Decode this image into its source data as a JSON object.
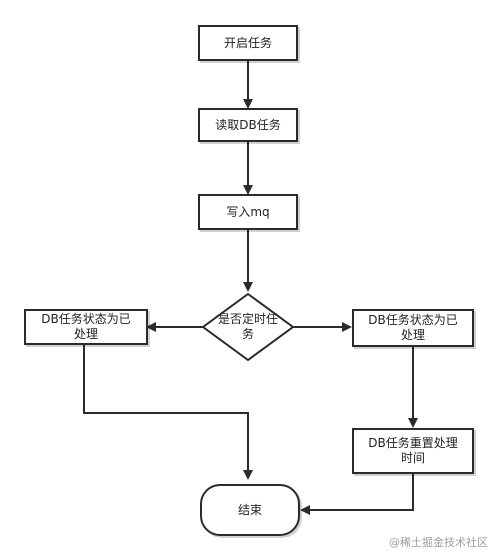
{
  "nodes": {
    "start": "开启任务",
    "read": "读取DB任务",
    "write": "写入mq",
    "decision": "是否定时任\n务",
    "left_status": "DB任务状态为已\n处理",
    "right_status": "DB任务状态为已\n处理",
    "reset": "DB任务重置处理\n时间",
    "end": "结束"
  },
  "watermark": "@稀土掘金技术社区",
  "colors": {
    "stroke": "#2b2b2b",
    "text": "#222222"
  }
}
